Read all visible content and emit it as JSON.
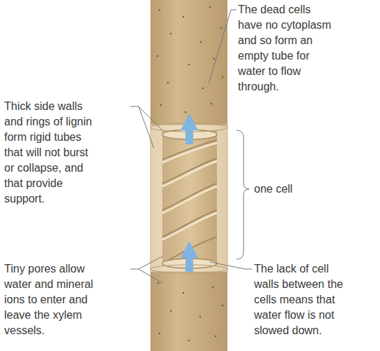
{
  "diagram": {
    "labels": [
      "The dead cells have no cytoplasm and so form an empty tube for water to flow through.",
      "Thick side walls and rings of lignin form rigid tubes that will not burst or collapse, and that provide support.",
      "one cell",
      "Tiny pores allow water and mineral ions to enter and leave the xylem vessels.",
      "The lack of cell walls between the cells means that water flow is not slowed down."
    ]
  }
}
